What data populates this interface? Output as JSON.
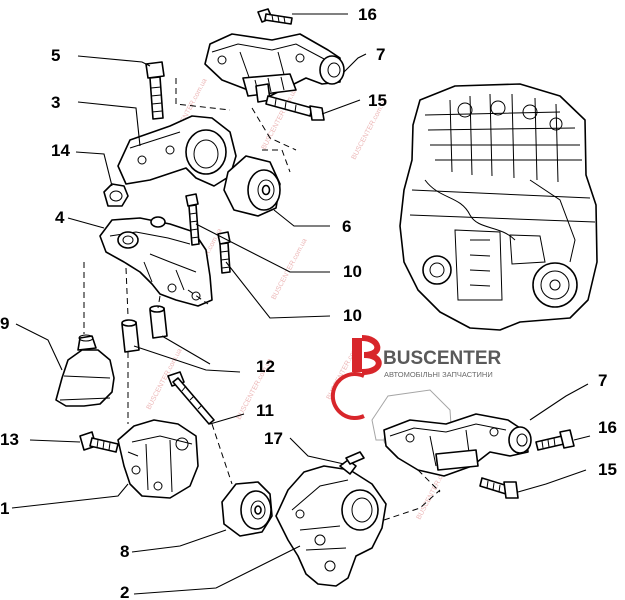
{
  "callouts": {
    "n16a": "16",
    "n5": "5",
    "n7a": "7",
    "n3": "3",
    "n15a": "15",
    "n14": "14",
    "n4": "4",
    "n6": "6",
    "n10a": "10",
    "n10b": "10",
    "n9": "9",
    "n12": "12",
    "n11": "11",
    "n13": "13",
    "n17": "17",
    "n7b": "7",
    "n16b": "16",
    "n15b": "15",
    "n1": "1",
    "n8": "8",
    "n2": "2"
  },
  "logo": {
    "brand": "BUSCENTER",
    "tagline": "АВТОМОБІЛЬНІ ЗАПЧАСТИНИ"
  },
  "watermark": {
    "text": "BUSCENTER.com.ua"
  },
  "colors": {
    "line": "#000000",
    "background": "#ffffff",
    "logo_red": "#d8262b",
    "logo_gray": "#5a5a5a",
    "watermark": "#e8a7a7"
  }
}
